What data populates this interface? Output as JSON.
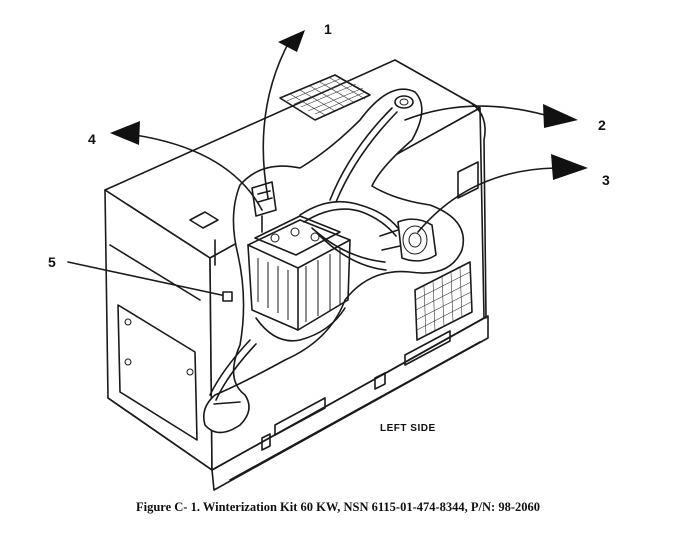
{
  "figure": {
    "callouts": [
      "1",
      "2",
      "3",
      "4",
      "5"
    ],
    "side_label": "LEFT SIDE",
    "caption": "Figure C- 1. Winterization Kit 60 KW, NSN 6115-01-474-8344, P/N: 98-2060"
  },
  "colors": {
    "line": "#1a1a1a",
    "background": "#ffffff"
  }
}
